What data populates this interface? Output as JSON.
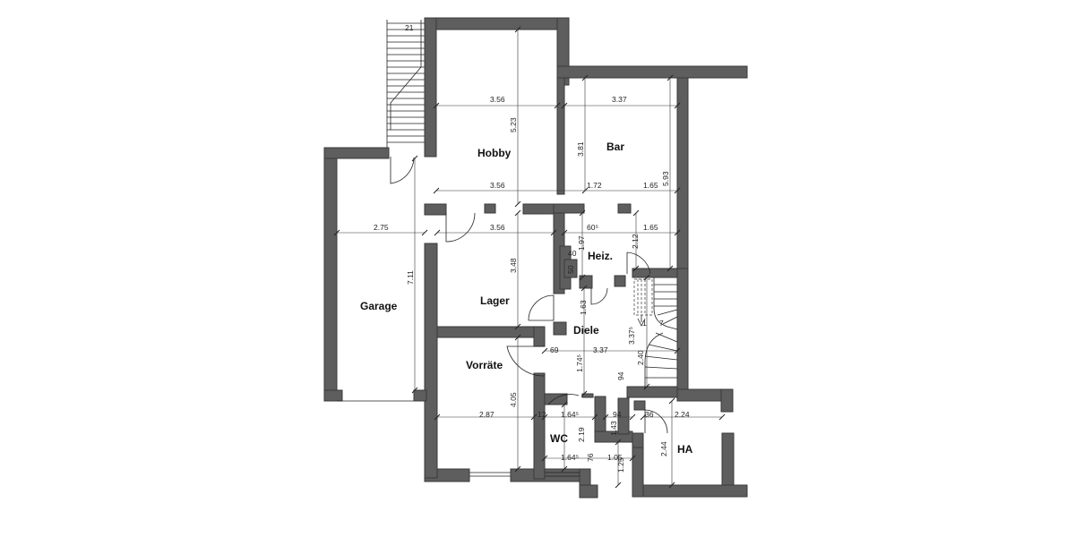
{
  "rooms": {
    "hobby": "Hobby",
    "bar": "Bar",
    "garage": "Garage",
    "lager": "Lager",
    "heiz": "Heiz.",
    "diele": "Diele",
    "vorraete": "Vorräte",
    "wc": "WC",
    "ha": "HA"
  },
  "dimensions": {
    "hobby_width_top": "3.56",
    "hobby_height": "5.23",
    "hobby_width_bottom": "3.56",
    "bar_width": "3.37",
    "bar_height_left": "3.81",
    "bar_height_right": "5.93",
    "bar_lower_left": "1.72",
    "bar_lower_right": "1.65",
    "garage_width": "2.75",
    "garage_height": "7.11",
    "lager_width": "3.56",
    "lager_height": "3.48",
    "heiz_opening": "60⁵",
    "heiz_height": "1.97",
    "heiz_small_a": "40",
    "heiz_small_b": "50",
    "stair_top_width": "1.65",
    "stair_height": "2.12",
    "diele_height": "1.63",
    "diele_width": "3.37",
    "diele_stair": "3.37⁵",
    "diele_left": "69",
    "diele_depth": "1.74⁵",
    "diele_right": "2.40",
    "diele_small": "94",
    "vorraete_width": "2.87",
    "vorraete_height": "4.05",
    "wc_width_top": "1.64⁵",
    "wc_width_bottom": "1.64⁵",
    "wc_height": "2.19",
    "wc_small_a": "76",
    "corridor_width": "94",
    "corridor_height": "1.43",
    "corridor_bottom": "1.05",
    "corridor_small": "1.25",
    "ha_width": "2.24",
    "ha_height": "2.44",
    "ha_small": "36",
    "wall_small": "12",
    "stair_count": "21",
    "stair_count_b": "1",
    "stair_count_c": "7"
  }
}
